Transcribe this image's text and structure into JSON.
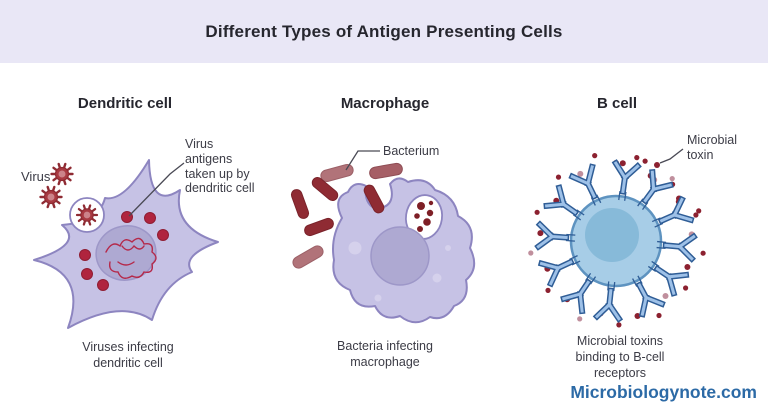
{
  "header": {
    "title": "Different Types of Antigen Presenting Cells"
  },
  "panels": {
    "dendritic": {
      "title": "Dendritic cell",
      "virus_label": "Virus",
      "antigen_label": "Virus\nantigens\ntaken up by\ndendritic cell",
      "caption": "Viruses infecting\ndendritic cell"
    },
    "macrophage": {
      "title": "Macrophage",
      "bacterium_label": "Bacterium",
      "caption": "Bacteria infecting\nmacrophage"
    },
    "bcell": {
      "title": "B cell",
      "toxin_label": "Microbial\ntoxin",
      "caption": "Microbial toxins\nbinding to B-cell\nreceptors"
    }
  },
  "footer": {
    "brand": "Microbiologynote.com"
  },
  "colors": {
    "header-bg": "#e9e7f6",
    "page-bg": "#ffffff",
    "title-text": "#26262e",
    "label-text": "#3c3c46",
    "leader-line": "#4a4a55",
    "brand-blue": "#2c6aa6",
    "cell-fill": "#c6c2e5",
    "cell-stroke": "#8d85c0",
    "nucleus-fill": "#aea9d2",
    "crimson": "#b5294a",
    "antigen-red": "#b0243e",
    "virus-red": "#a93a42",
    "virus-dark": "#8f2b33",
    "bacteria-dark": "#8f2b33",
    "bacteria-mauve": "#b17379",
    "bacteria-mauve2": "#a65f66",
    "fragment-red": "#7e1f26",
    "bcell-fill": "#a7cde7",
    "bcell-stroke": "#5e93c0",
    "bcell-nucleus": "#85b8d8",
    "antibody-dark": "#2f5d96",
    "antibody-light": "#9ec1e8",
    "toxin-dark": "#8c2130",
    "toxin-light": "#c08f9d"
  }
}
